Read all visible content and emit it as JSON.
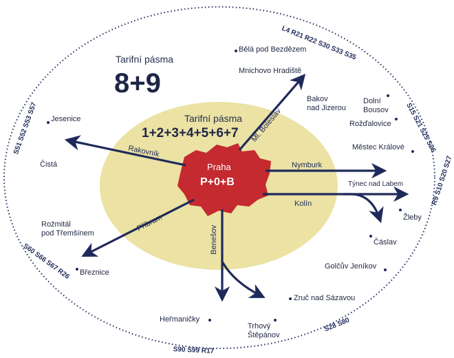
{
  "outer_zone": {
    "label": "Tarifní pásma",
    "zones": "8+9"
  },
  "inner_zone": {
    "label": "Tarifní pásma",
    "zones": "1+2+3+4+5+6+7"
  },
  "prague": {
    "name": "Praha",
    "zones": "P+0+B"
  },
  "directions": {
    "rakovnik": "Rakovník",
    "ml_boleslav": "Ml. Boleslav",
    "nymburk": "Nymburk",
    "kolin": "Kolín",
    "pribram": "Příbram",
    "benesov": "Benešov"
  },
  "towns": {
    "bela": "Bělá pod Bezdězem",
    "mnichovo": "Mnichovo Hradiště",
    "bakov": "Bakov\nnad Jizerou",
    "dolni_bousov": "Dolní\nBousov",
    "rozdalovice": "Rožďalovice",
    "mestec": "Městec Králové",
    "tynec": "Týnec nad Labem",
    "zleby": "Žleby",
    "caslav": "Čáslav",
    "golcuv": "Golčův Jeníkov",
    "zruc": "Zruč nad Sázavou",
    "trhovy": "Trhový\nŠtěpánov",
    "hermanicky": "Heřmaničky",
    "breznice": "Březnice",
    "rozmital": "Rožmitál\npod Třemšínem",
    "cista": "Čistá",
    "jesenice": "Jesenice"
  },
  "route_labels": {
    "top": "L4  R21  R22  S30  S33  S35",
    "right_upper": "S15  S21  S25  S26",
    "right_lower": "R9  S10  S20  S27",
    "bottom_right": "S28  S80",
    "bottom": "S90  S99  R17",
    "left_lower": "S60  S66  S67  R26",
    "left_upper": "S51  S52  S53  S57"
  },
  "colors": {
    "inner_zone_fill": "#ebe2a4",
    "prague_fill": "#c42a2f",
    "arrow": "#1f2a5a",
    "text": "#26304f"
  }
}
